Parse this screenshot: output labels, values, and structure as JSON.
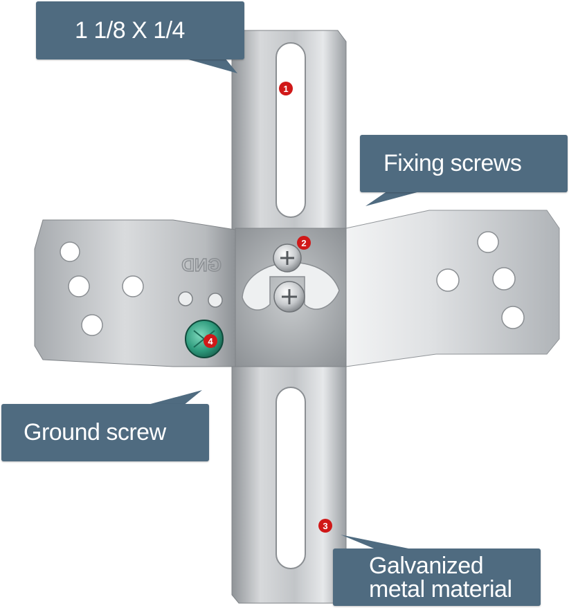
{
  "callouts": {
    "size": "1 1/8 X 1/4",
    "fixing_screws": "Fixing screws",
    "ground_screw": "Ground screw",
    "material_line1": "Galvanized",
    "material_line2": "metal material"
  },
  "markers": [
    "1",
    "2",
    "3",
    "4"
  ],
  "stamp": "GND",
  "colors": {
    "callout_bg": "#4f6b80",
    "marker_red": "#d01818",
    "ground_screw_green": "#2e9a7c",
    "metal_light": "#e4e6e8",
    "metal_dark": "#9ea2a6"
  }
}
